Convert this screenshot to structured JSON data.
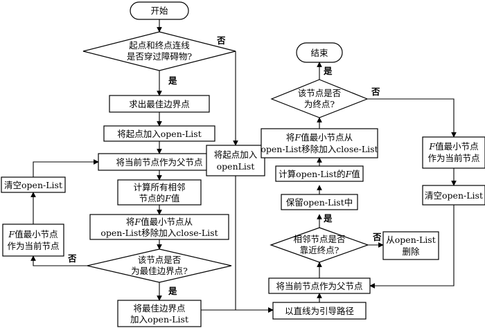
{
  "nodes": {
    "start": "开始",
    "d_cross": [
      "起点和终点连线",
      "是否穿过障碍物?"
    ],
    "find_best": "求出最佳边界点",
    "add_start_open": "将起点加入open-List",
    "cur_parent_left": "将当前节点作为父节点",
    "calc_f": [
      "计算所有相邻",
      "节点的F值"
    ],
    "move_min_left": [
      "将F值最小节点从",
      "open-List移除加入close-List"
    ],
    "d_best": [
      "该节点是否",
      "为最佳边界点?"
    ],
    "add_best_open": [
      "将最佳边界点",
      "加入open-List"
    ],
    "clear_left": "清空open-List",
    "min_current_left": [
      "F值最小节点",
      "作为当前节点"
    ],
    "add_start_open_mid": [
      "将起点加入",
      "openList"
    ],
    "guide": "以直线为引导路径",
    "cur_parent_right": "将当前节点作为父节点",
    "d_near": [
      "相邻节点是否",
      "靠近终点?"
    ],
    "delete_open": [
      "从open-List",
      "删除"
    ],
    "keep_open": "保留open-List中",
    "calc_f_open": "计算open-List的F值",
    "move_min_right": [
      "将F值最小节点从",
      "open-List移除加入close-List"
    ],
    "d_end": [
      "该节点是否",
      "为终点?"
    ],
    "end": "结束",
    "min_current_right": [
      "F值最小节点",
      "作为当前节点"
    ],
    "clear_right": "清空open-List"
  },
  "edge_labels": {
    "yes": "是",
    "no": "否"
  }
}
